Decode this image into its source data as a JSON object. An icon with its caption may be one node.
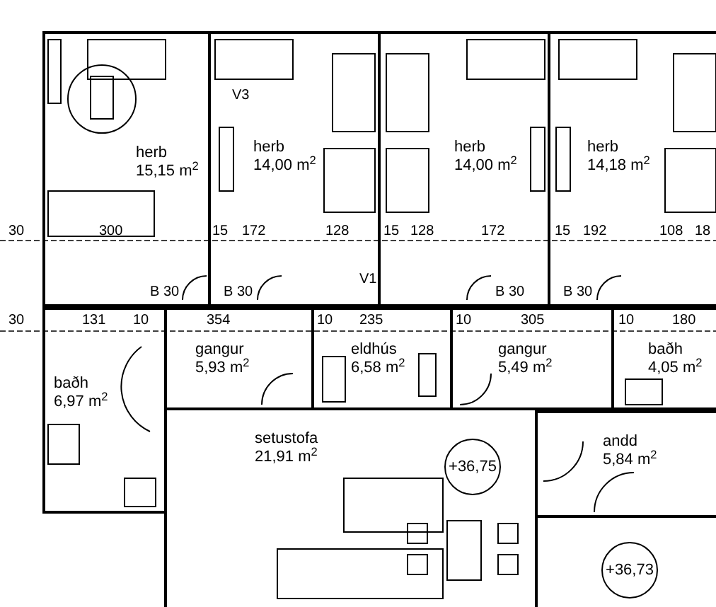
{
  "diagram": {
    "nodes": [
      {
        "text": [
          "herb",
          "15,15 m$^{2}$"
        ]
      },
      {
        "text": [
          "herb",
          "14,00 m$^{2}$"
        ]
      },
      {
        "text": [
          "herb",
          "14,00 m$^{2}$"
        ]
      },
      {
        "text": [
          "herb",
          "14,18 m$^{2}$"
        ]
      },
      {
        "text": [
          "baðh",
          "6,97 m$^{2}$"
        ]
      },
      {
        "text": [
          "gangur",
          "5,93 m$^{2}$"
        ]
      },
      {
        "text": [
          "eldhús",
          "6,58 m$^{2}$"
        ]
      },
      {
        "text": [
          "gangur",
          "5,49 m$^{2}$"
        ]
      },
      {
        "text": [
          "baðh",
          "4,05 m$^{2}$"
        ]
      },
      {
        "text": [
          "setustofa",
          "21,91 m$^{2}$"
        ]
      },
      {
        "text": [
          "+36,75"
        ],
        "in": 9
      },
      {
        "text": [
          "andd",
          "5,84 m$^{2}$"
        ]
      },
      {
        "text": [
          "+36,73"
        ]
      }
    ],
    "edges": [],
    "labels": [
      "V3",
      "30",
      "300",
      "15",
      "172",
      "128",
      "15",
      "128",
      "172",
      "15",
      "192",
      "108",
      "18",
      "V1",
      "B 30",
      "B 30",
      "B 30",
      "B 30",
      "30",
      "131",
      "10",
      "354",
      "10",
      "235",
      "10",
      "305",
      "10",
      "180"
    ]
  }
}
